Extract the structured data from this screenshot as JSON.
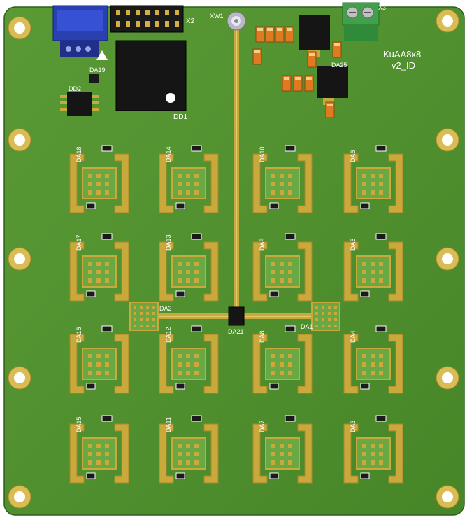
{
  "board": {
    "title_line1": "KuAA8x8",
    "title_line2": "v2_ID",
    "colors": {
      "pcb": "#4f8f2f",
      "pcb_dark": "#3b7424",
      "gold": "#c9a83c",
      "gold_light": "#dcc257",
      "silk": "#ffffff",
      "ic_body": "#1a1a1a",
      "cap_orange": "#e07a20",
      "connector_blue": "#2a3fb0",
      "terminal_green": "#3fa24a"
    }
  },
  "labels": {
    "xw1": "XW1",
    "x2": "X2",
    "x3": "X3",
    "dd1": "DD1",
    "dd2": "DD2",
    "da19": "DA19",
    "da2": "DA2",
    "da1": "DA1",
    "da21": "DA21",
    "da_pwr": "DA25",
    "top_left": [
      "DA18",
      "DA14",
      "DA17",
      "DA13"
    ],
    "top_right": [
      "DA10",
      "DA6",
      "DA9",
      "DA5"
    ],
    "bottom_left": [
      "DA16",
      "DA12",
      "DA15",
      "DA11"
    ],
    "bottom_right": [
      "DA8",
      "DA4",
      "DA7",
      "DA3"
    ]
  }
}
